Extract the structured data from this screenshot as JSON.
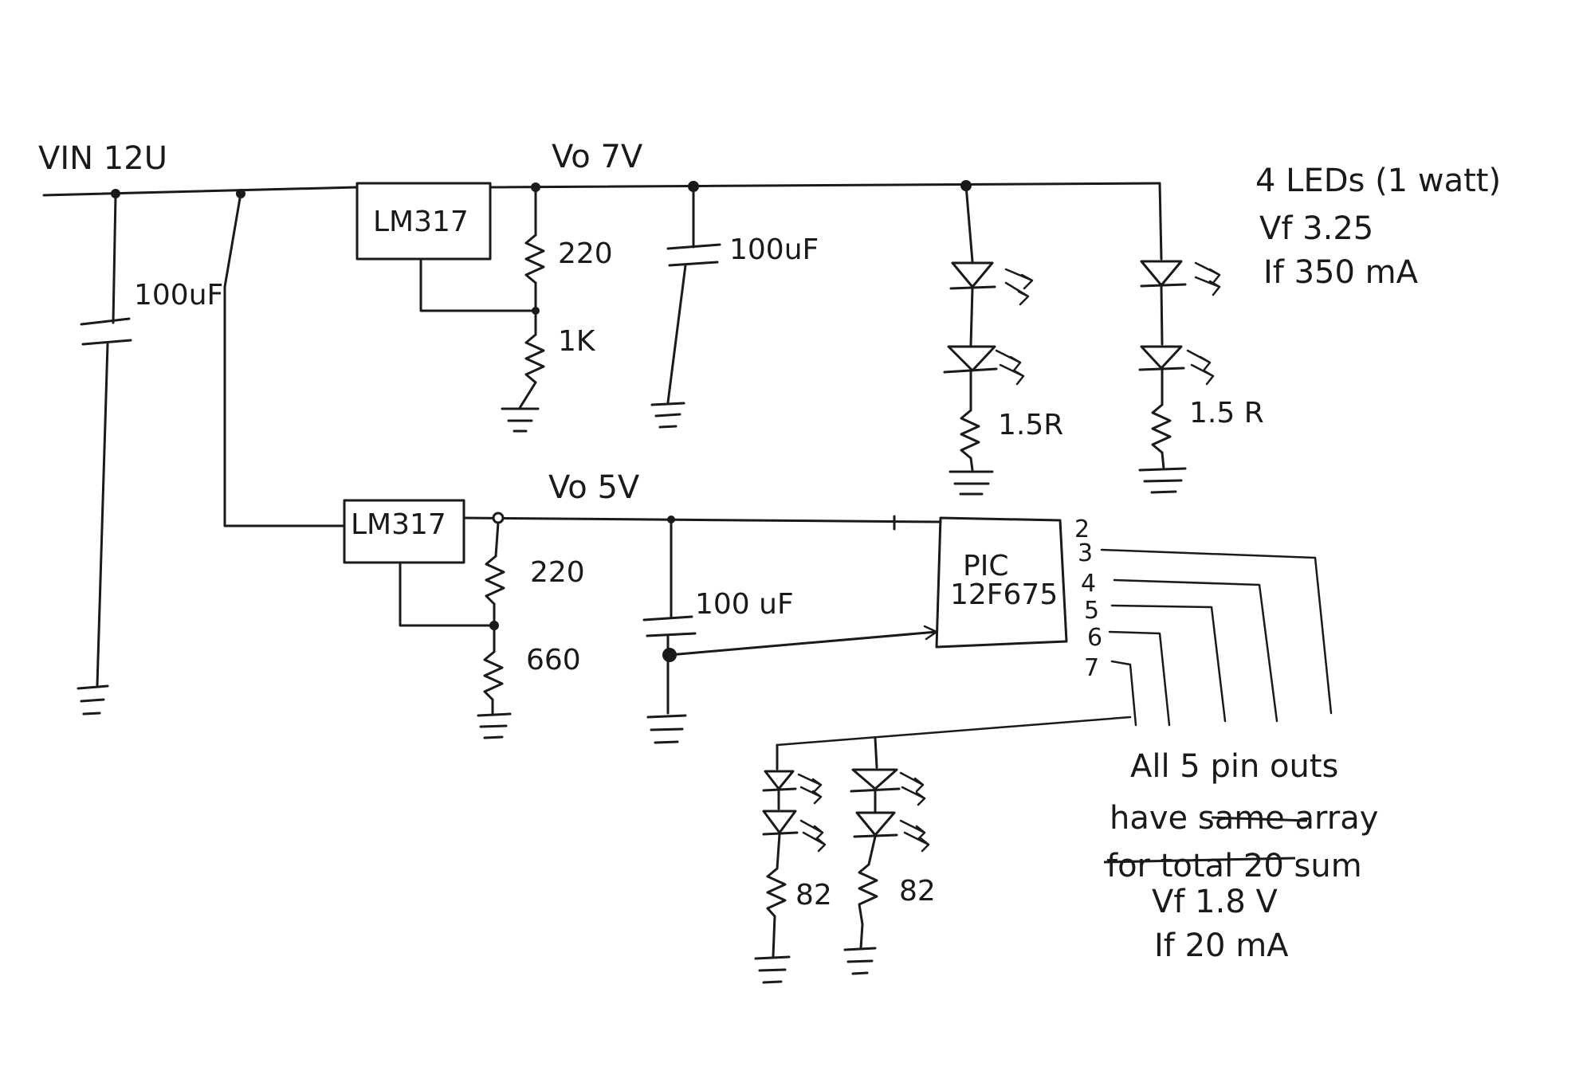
{
  "labels": {
    "vin": "VIN 12U",
    "vo_7v": "Vo 7V",
    "vo_5v": "Vo 5V",
    "reg_top": "LM317",
    "reg_bottom": "LM317",
    "cap_input": "100uF",
    "cap_7v": "100uF",
    "cap_5v": "100 uF",
    "res_220_top": "220",
    "res_1k": "1K",
    "res_220_bottom": "220",
    "res_660": "660",
    "res_15r_left": "1.5R",
    "res_15r_right": "1.5 R",
    "res_82_left": "82",
    "res_82_right": "82",
    "pic_line1": "PIC",
    "pic_line2": "12F675"
  },
  "pins": [
    "2",
    "3",
    "4",
    "5",
    "6",
    "7"
  ],
  "led_note": {
    "line1": "4 LEDs (1 watt)",
    "line2": "Vf 3.25",
    "line3": "If 350 mA"
  },
  "pin_note": {
    "line1": "All 5 pin outs",
    "line2_prefix": "have ",
    "line2_struck": "same",
    "line2_suffix": " array",
    "line3_struck": "for total",
    "line3_suffix": " 20 sum",
    "line4": "Vf 1.8 V",
    "line5": "If 20 mA"
  }
}
